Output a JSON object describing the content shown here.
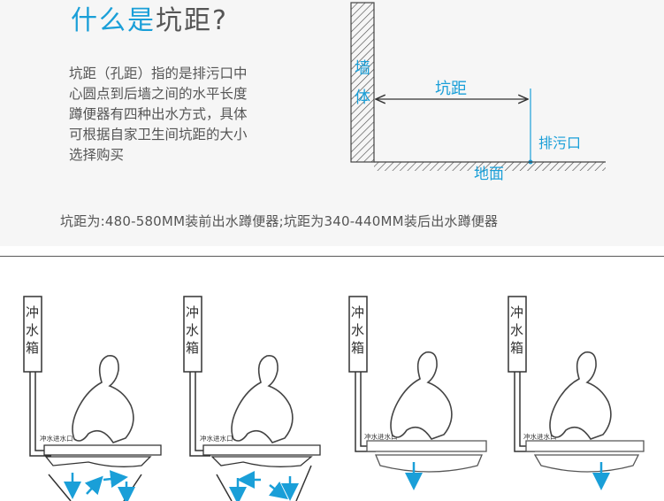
{
  "headline": {
    "part1": "什么是",
    "part2": "坑距?"
  },
  "description": [
    "坑距（孔距）指的是排污口中",
    "心圆点到后墙之间的水平长度",
    "蹲便器有四种出水方式，具体",
    "可根据自家卫生间坑距的大小",
    "选择购买"
  ],
  "diagram": {
    "wall_label": [
      "墙",
      "体"
    ],
    "distance_label": "坑距",
    "outlet_label": "排污口",
    "floor_label": "地面"
  },
  "note": "坑距为:480-580MM装前出水蹲便器;坑距为340-440MM装后出水蹲便器",
  "panels": [
    {
      "tank_label": [
        "冲",
        "水",
        "箱"
      ],
      "inlet_label": "冲水进水口"
    },
    {
      "tank_label": [
        "冲",
        "水",
        "箱"
      ],
      "inlet_label": "冲水进水口"
    },
    {
      "tank_label": [
        "冲",
        "水",
        "箱"
      ],
      "inlet_label": "冲水进水口"
    },
    {
      "tank_label": [
        "冲",
        "水",
        "箱"
      ],
      "inlet_label": "冲水进水口"
    }
  ],
  "colors": {
    "accent": "#1a9fd8",
    "text": "#555555",
    "panel_bg": "#f6f6f6",
    "line": "#333333"
  }
}
